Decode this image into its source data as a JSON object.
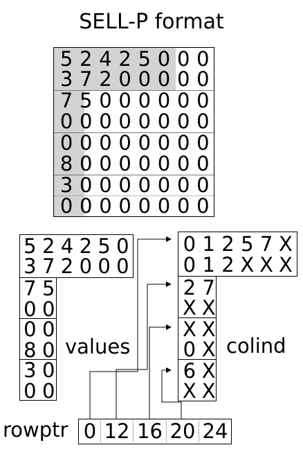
{
  "title": "SELL-P format",
  "matrix": [
    [
      "5",
      "2",
      "4",
      "2",
      "5",
      "0",
      "0",
      "0"
    ],
    [
      "3",
      "7",
      "2",
      "0",
      "0",
      "0",
      "0",
      "0"
    ],
    [
      "7",
      "5",
      "0",
      "0",
      "0",
      "0",
      "0",
      "0"
    ],
    [
      "0",
      "0",
      "0",
      "0",
      "0",
      "0",
      "0",
      "0"
    ],
    [
      "0",
      "0",
      "0",
      "0",
      "0",
      "0",
      "0",
      "0"
    ],
    [
      "8",
      "0",
      "0",
      "0",
      "0",
      "0",
      "0",
      "0"
    ],
    [
      "3",
      "0",
      "0",
      "0",
      "0",
      "0",
      "0",
      "0"
    ],
    [
      "0",
      "0",
      "0",
      "0",
      "0",
      "0",
      "0",
      "0"
    ]
  ],
  "values_label": "values",
  "values": [
    [
      "5",
      "2",
      "4",
      "2",
      "5",
      "0"
    ],
    [
      "3",
      "7",
      "2",
      "0",
      "0",
      "0"
    ],
    [
      "7",
      "5"
    ],
    [
      "0",
      "0"
    ],
    [
      "0",
      "0"
    ],
    [
      "8",
      "0"
    ],
    [
      "3",
      "0"
    ],
    [
      "0",
      "0"
    ]
  ],
  "colind_label": "colind",
  "colind": [
    [
      "0",
      "1",
      "2",
      "5",
      "7",
      "X"
    ],
    [
      "0",
      "1",
      "2",
      "X",
      "X",
      "X"
    ],
    [
      "2",
      "7"
    ],
    [
      "X",
      "X"
    ],
    [
      "X",
      "X"
    ],
    [
      "0",
      "X"
    ],
    [
      "6",
      "X"
    ],
    [
      "X",
      "X"
    ]
  ],
  "rowptr_label": "rowptr",
  "rowptr": [
    "0",
    "12",
    "16",
    "20",
    "24"
  ]
}
